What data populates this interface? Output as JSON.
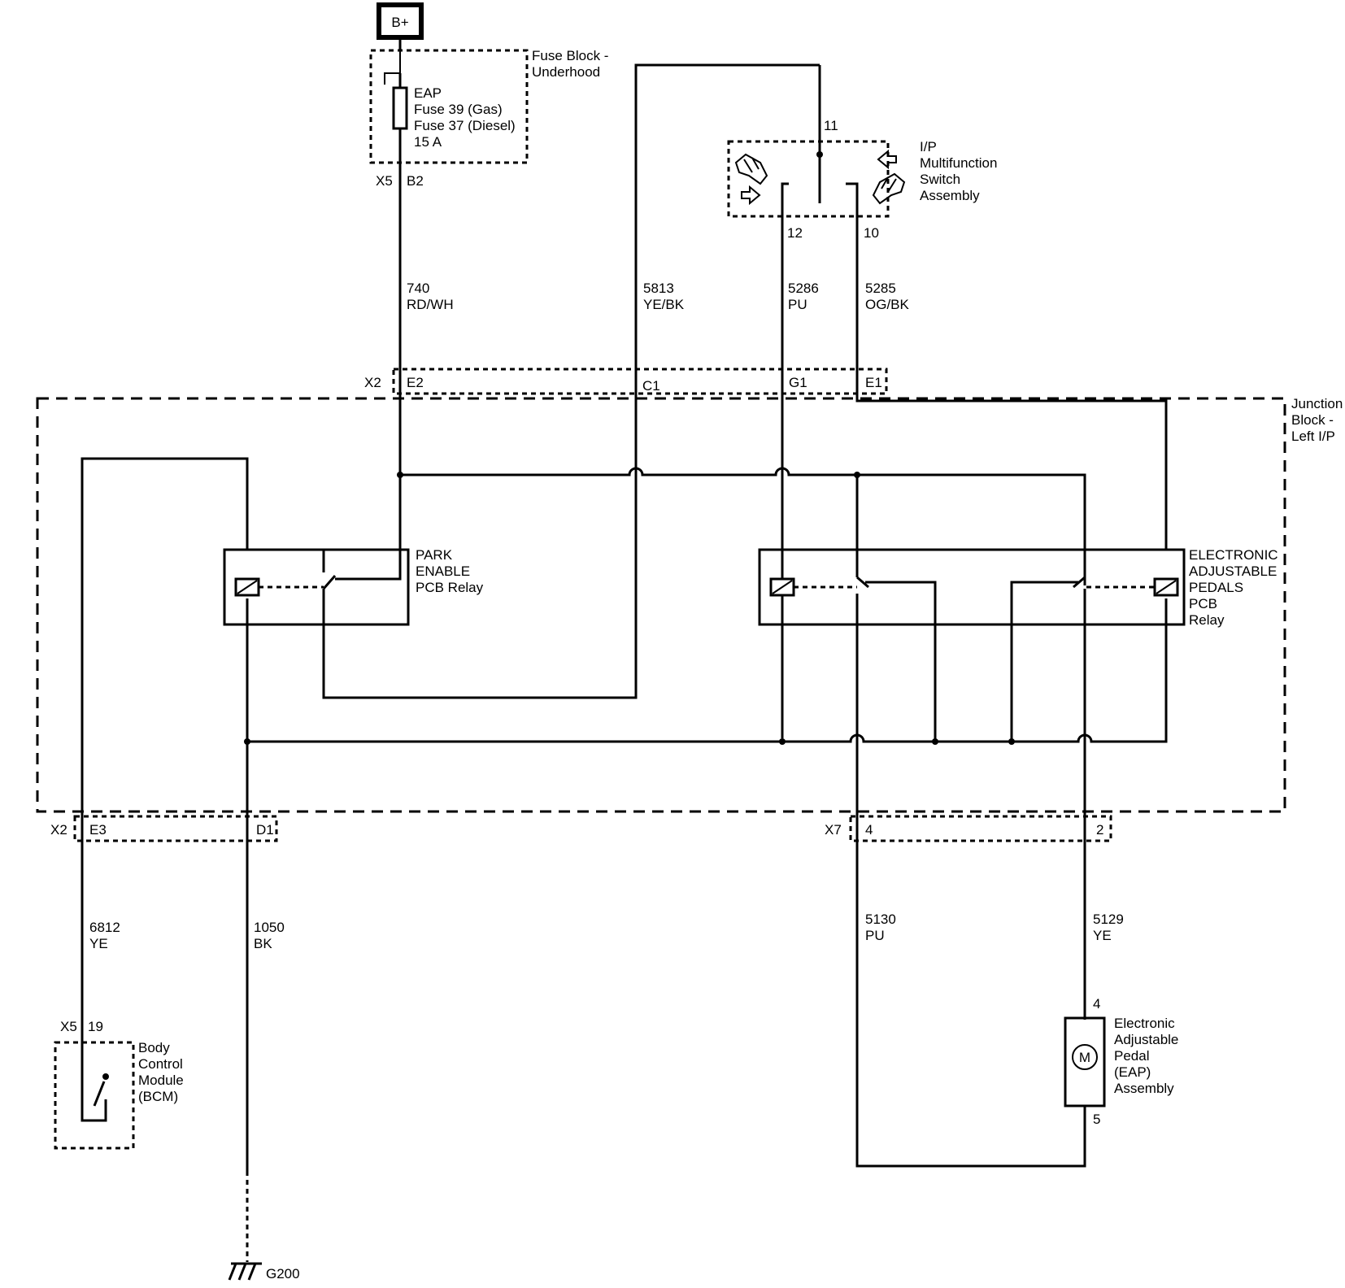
{
  "power": {
    "label": "B+"
  },
  "fuse_block": {
    "name_lines": [
      "Fuse Block -",
      "Underhood"
    ],
    "fuse_lines": [
      "EAP",
      "Fuse 39 (Gas)",
      "Fuse 37 (Diesel)",
      "15 A"
    ],
    "connector": "X5",
    "pin": "B2"
  },
  "switch": {
    "name_lines": [
      "I/P",
      "Multifunction",
      "Switch",
      "Assembly"
    ],
    "pins": {
      "top": "11",
      "left": "12",
      "right": "10"
    }
  },
  "wires": {
    "w740": {
      "num": "740",
      "color": "RD/WH"
    },
    "w5813": {
      "num": "5813",
      "color": "YE/BK"
    },
    "w5286": {
      "num": "5286",
      "color": "PU"
    },
    "w5285": {
      "num": "5285",
      "color": "OG/BK"
    },
    "w6812": {
      "num": "6812",
      "color": "YE"
    },
    "w1050": {
      "num": "1050",
      "color": "BK"
    },
    "w5130": {
      "num": "5130",
      "color": "PU"
    },
    "w5129": {
      "num": "5129",
      "color": "YE"
    }
  },
  "junction_block": {
    "name_lines": [
      "Junction",
      "Block -",
      "Left I/P"
    ],
    "top_connector": {
      "id": "X2",
      "pins": [
        "E2",
        "C1",
        "G1",
        "E1"
      ]
    },
    "bottom_left_connector": {
      "id": "X2",
      "pins": [
        "E3",
        "D1"
      ]
    },
    "bottom_right_connector": {
      "id": "X7",
      "pins": [
        "4",
        "2"
      ]
    }
  },
  "park_relay": {
    "name_lines": [
      "PARK",
      "ENABLE",
      "PCB Relay"
    ]
  },
  "eap_relay": {
    "name_lines": [
      "ELECTRONIC",
      "ADJUSTABLE",
      "PEDALS",
      "PCB",
      "Relay"
    ]
  },
  "bcm": {
    "name_lines": [
      "Body",
      "Control",
      "Module",
      "(BCM)"
    ],
    "connector": "X5",
    "pin": "19"
  },
  "eap_assembly": {
    "name_lines": [
      "Electronic",
      "Adjustable",
      "Pedal",
      "(EAP)",
      "Assembly"
    ],
    "motor_label": "M",
    "pin_top": "4",
    "pin_bottom": "5"
  },
  "ground": {
    "label": "G200"
  }
}
